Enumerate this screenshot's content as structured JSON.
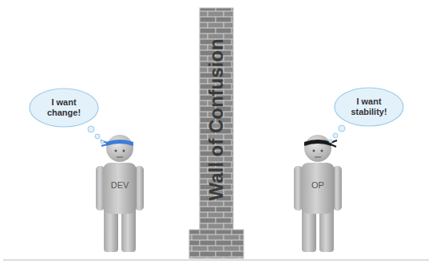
{
  "diagram": {
    "nodes": [
      {
        "text": [
          "I want change!"
        ]
      },
      {
        "text": [
          "DEV"
        ]
      },
      {
        "text": [
          "Wall of Confusion"
        ]
      },
      {
        "text": [
          "I want stability!"
        ]
      },
      {
        "text": [
          "OP"
        ]
      }
    ]
  }
}
